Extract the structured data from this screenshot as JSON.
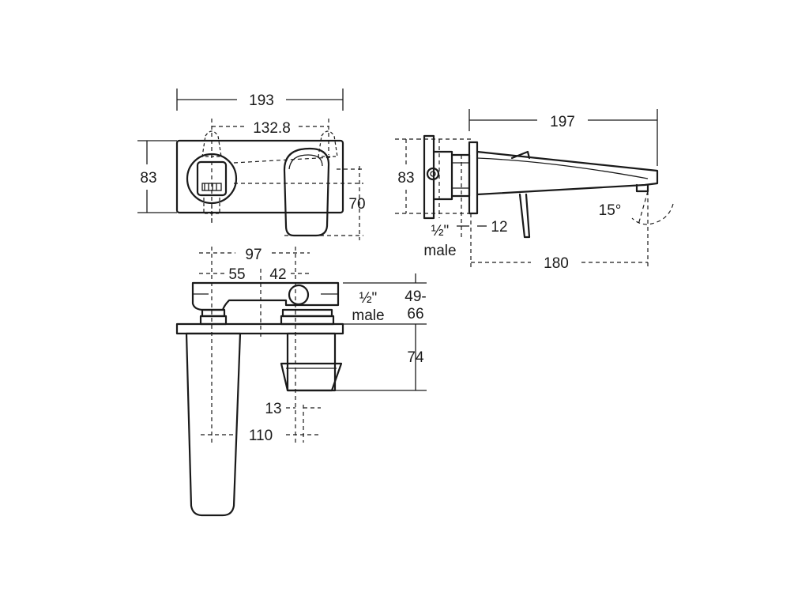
{
  "front_view": {
    "dims": {
      "width": "193",
      "hole_spacing": "132.8",
      "height": "83",
      "lever_height": "70"
    }
  },
  "side_view": {
    "dims": {
      "projection": "197",
      "height": "83",
      "thread_label": "½\"",
      "thread_male": "male",
      "plate_offset": "12",
      "depth": "180",
      "angle": "15°"
    }
  },
  "top_view": {
    "dims": {
      "overall": "97",
      "left_offset": "55",
      "right_offset": "42",
      "thread_label": "½\"",
      "thread_male": "male",
      "depth_range_top": "49-",
      "depth_range_bottom": "66",
      "lever_depth": "74",
      "lever_offset": "13",
      "spout_offset": "110"
    }
  }
}
